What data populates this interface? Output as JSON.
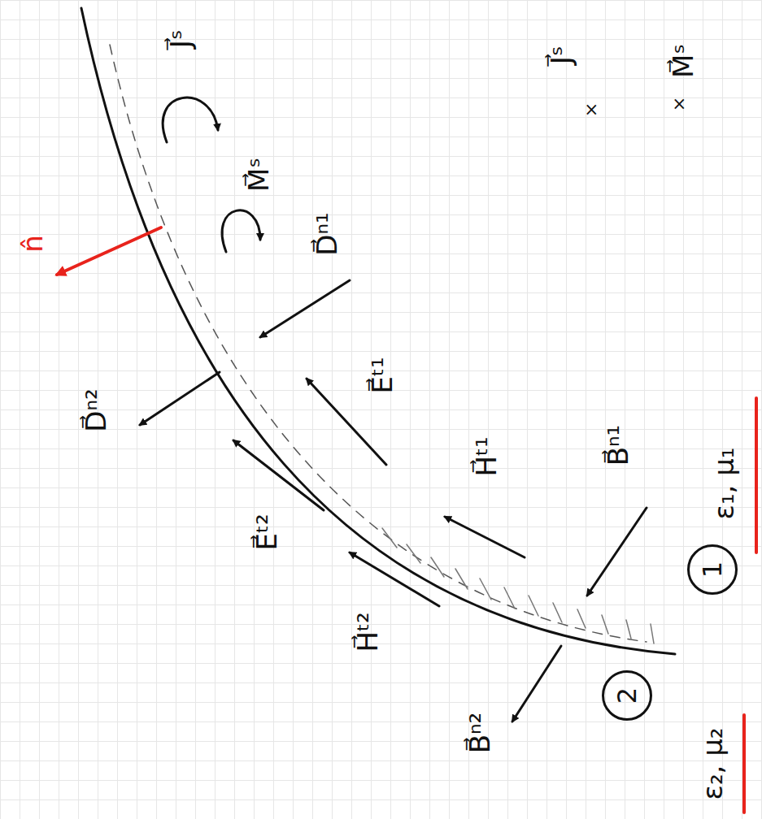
{
  "diagram": {
    "nodes": [
      {
        "text": [
          "1"
        ]
      },
      {
        "text": [
          "2"
        ]
      }
    ],
    "labels": [
      "J⃗ˢ",
      "M⃗ˢ",
      "J⃗ˢ",
      "M⃗ˢ",
      "×",
      "×",
      "n̂",
      "D⃗ⁿ¹",
      "E⃗ᵗ¹",
      "H⃗ᵗ¹",
      "B⃗ⁿ¹",
      "ε₁, μ₁",
      "D⃗ⁿ²",
      "E⃗ᵗ²",
      "H⃗ᵗ²",
      "B⃗ⁿ²",
      "ε₂, μ₂"
    ]
  }
}
